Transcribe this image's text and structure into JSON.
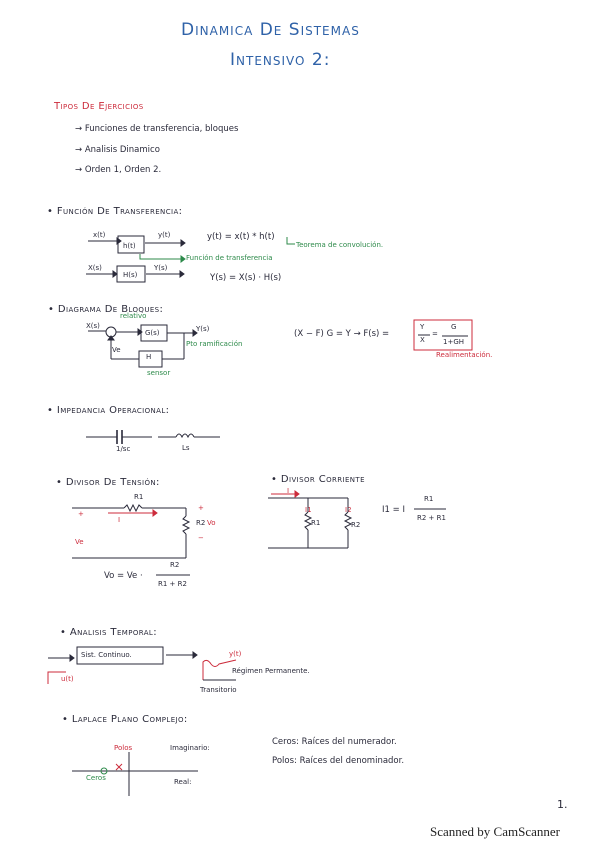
{
  "title": {
    "line1": "Dinamica De Sistemas",
    "line2": "Intensivo 2:"
  },
  "tipos": {
    "heading": "Tipos De Ejercicios",
    "items": [
      "Funciones de transferencia, bloques",
      "Analisis Dinamico",
      "Orden 1, Orden 2."
    ]
  },
  "funcion": {
    "heading": "• Función De Transferencia:",
    "row1_in": "x(t)",
    "row1_block": "h(t)",
    "row1_out": "y(t)",
    "row1_eq": "y(t) = x(t) * h(t)",
    "row1_note": "Teorema de convolución.",
    "row1_note2": "Función de transferencia",
    "row2_in": "X(s)",
    "row2_block": "H(s)",
    "row2_out": "Y(s)",
    "row2_eq": "Y(s) = X(s) · H(s)"
  },
  "diagrama": {
    "heading": "• Diagrama De Bloques:",
    "in_label": "X(s)",
    "relativo": "relativo",
    "ve": "Ve",
    "g_block": "G(s)",
    "out_label": "Y(s)",
    "note": "Pto ramificación",
    "h_block": "H",
    "sensor": "sensor",
    "equation": "(X − F) G = Y → F(s) =",
    "frac_left_num": "Y",
    "frac_left_den": "X",
    "frac_eq": "=",
    "frac_right_num": "G",
    "frac_right_den": "1+GH",
    "realim": "Realimentación."
  },
  "impedancia": {
    "heading": "• Impedancia Operacional:",
    "cap_value": "1/sc",
    "ind_value": "Ls"
  },
  "divisor_tension": {
    "heading": "• Divisor De Tensión:",
    "r1": "R1",
    "current": "I",
    "r2": "R2",
    "vo": "Vo",
    "ve": "Ve",
    "plus": "+",
    "minus": "−",
    "formula_left": "Vo = Ve ·",
    "formula_num": "R2",
    "formula_den": "R1 + R2"
  },
  "divisor_corriente": {
    "heading": "• Divisor Corriente",
    "current": "I",
    "i1": "I1",
    "r1": "R1",
    "i2": "I2",
    "r2": "R2",
    "formula_left": "I1 = I",
    "formula_num": "R1",
    "formula_den": "R2 + R1"
  },
  "analisis": {
    "heading": "• Analisis Temporal:",
    "box": "Sist. Continuo.",
    "input_mark": "u(t)",
    "output_label": "y(t)",
    "permanente": "Régimen Permanente.",
    "transitorio": "Transitorio"
  },
  "laplace": {
    "heading": "• Laplace Plano Complejo:",
    "polos": "Polos",
    "imaginario": "Imaginario:",
    "ceros": "Ceros",
    "real": "Real:",
    "ceros_def": "Ceros: Raíces del numerador.",
    "polos_def": "Polos: Raíces del denominador."
  },
  "page_number": "1.",
  "footer": "Scanned by CamScanner",
  "colors": {
    "blue": "#2f62a8",
    "ink": "#2a2a3a",
    "green": "#2d8a4a",
    "red": "#cc2b3b"
  }
}
